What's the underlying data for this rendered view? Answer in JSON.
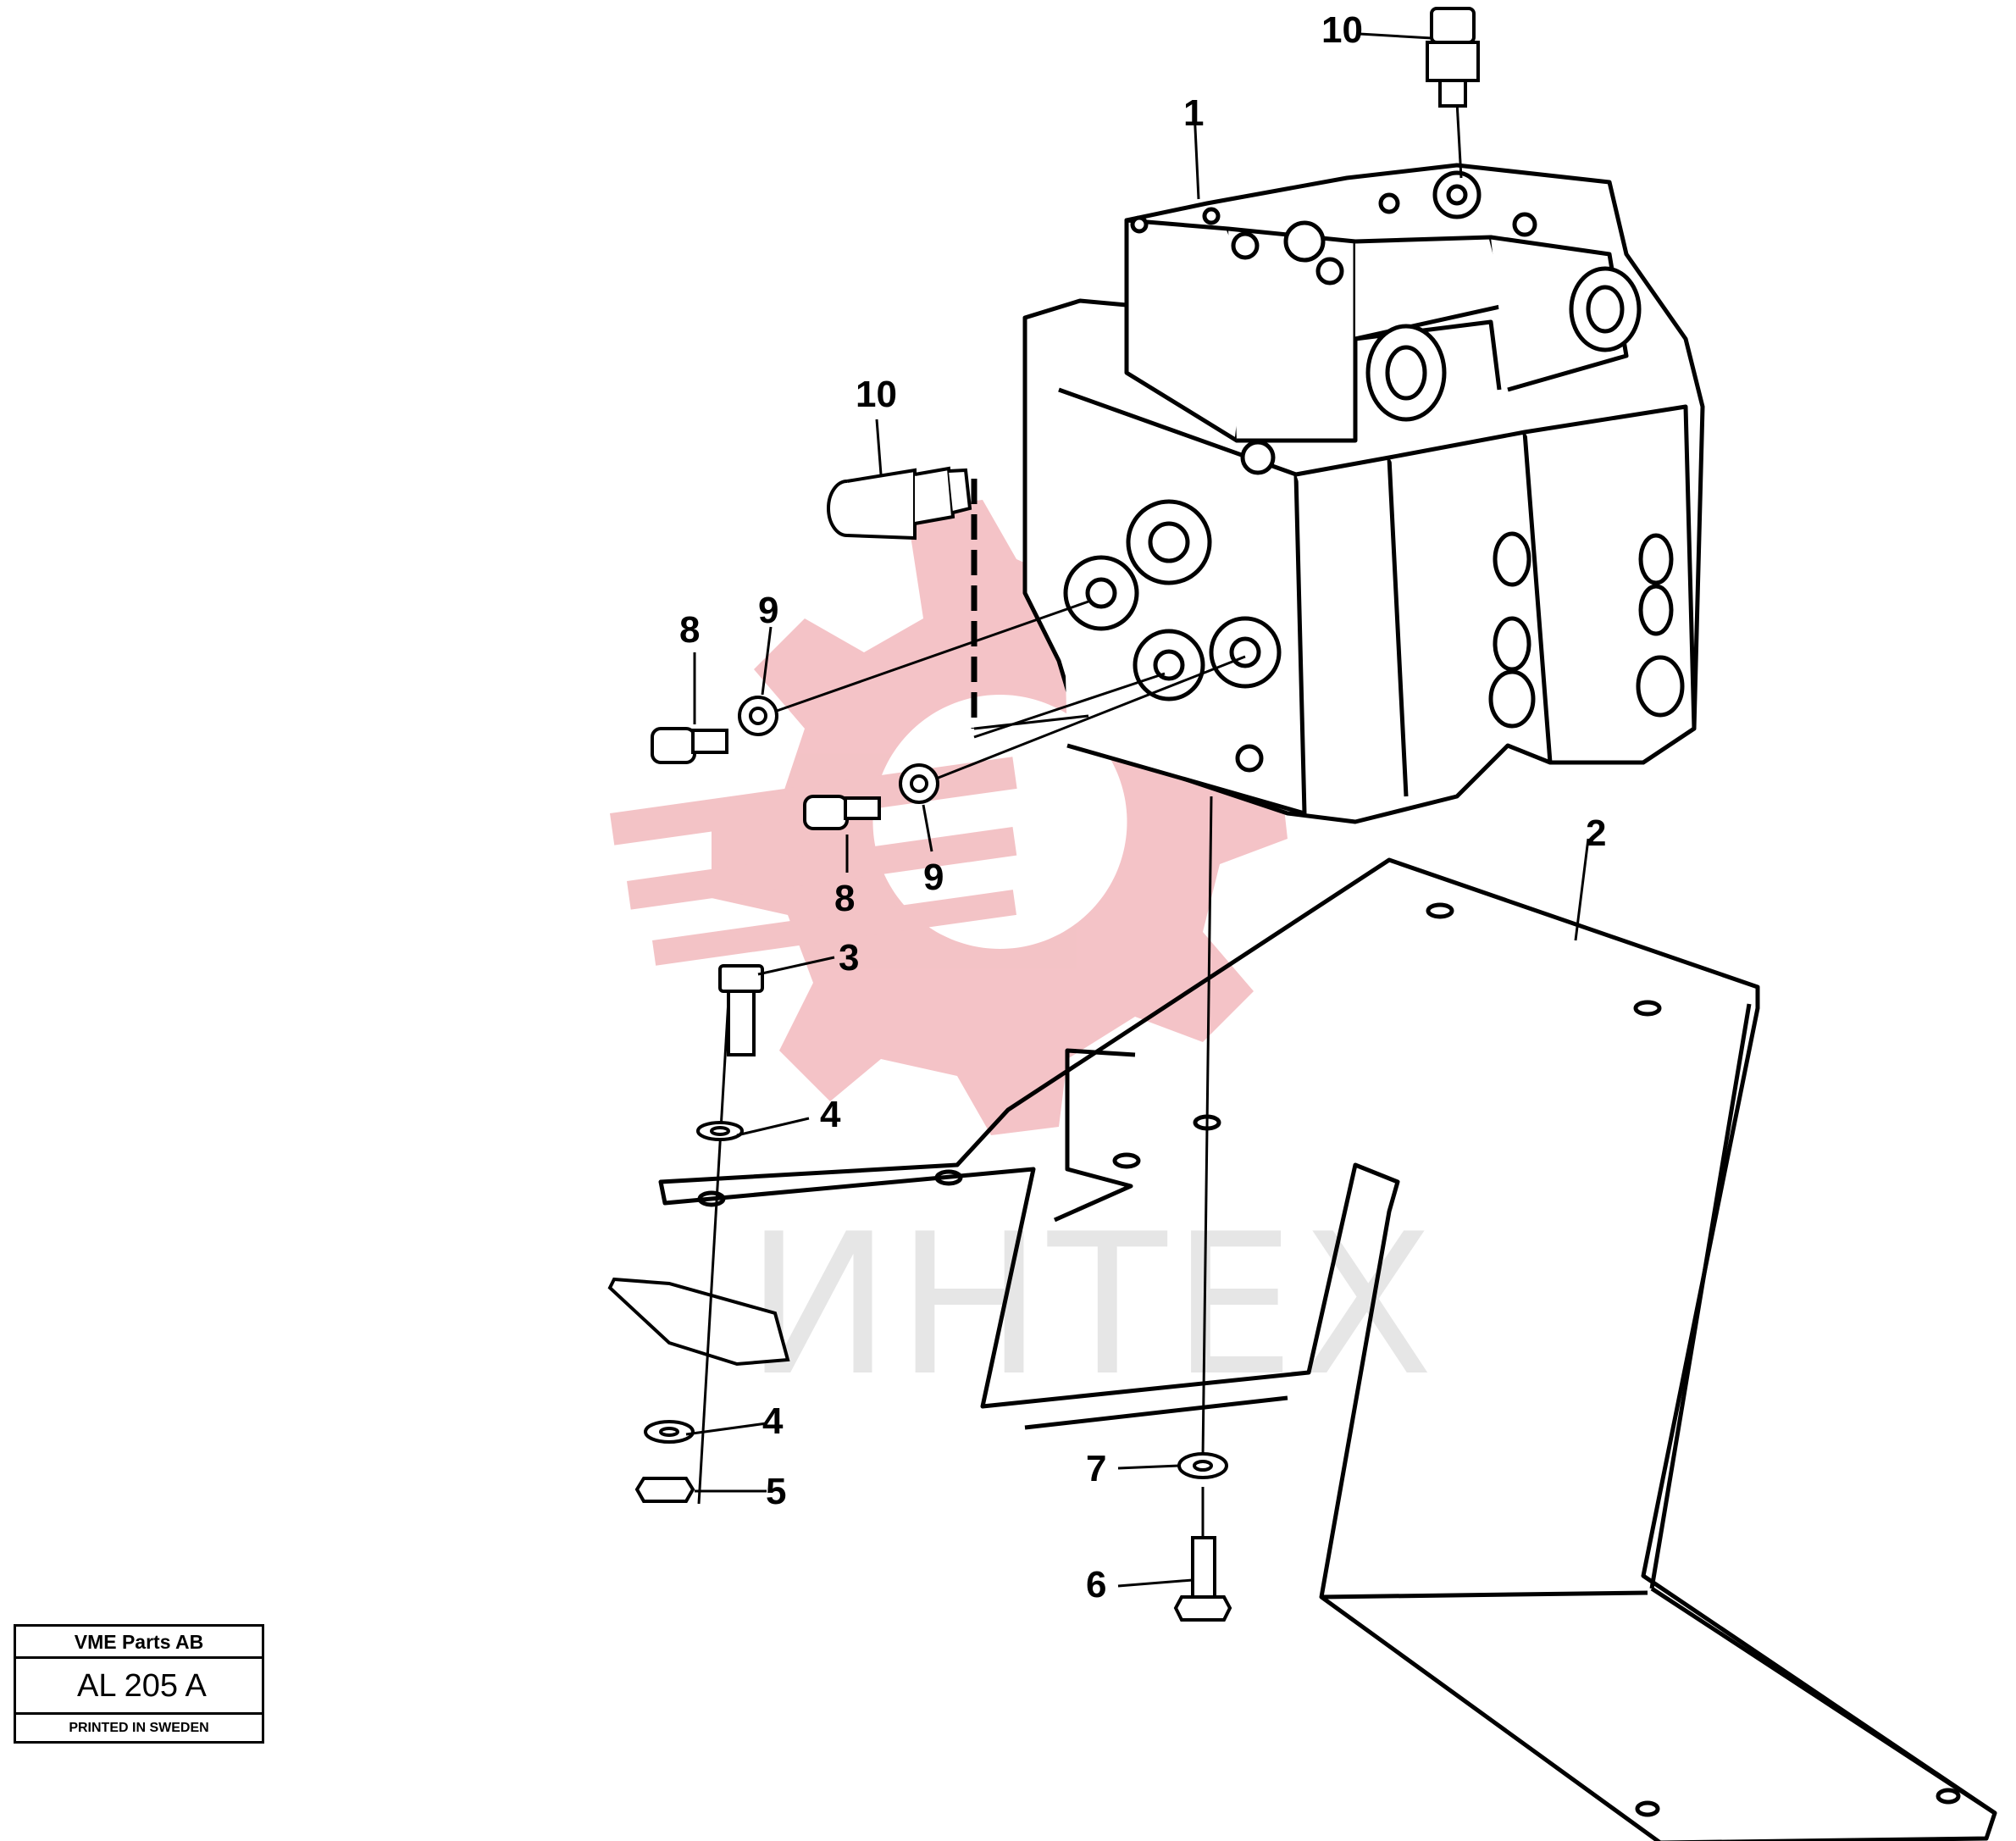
{
  "watermark": {
    "text": "ИНТЕХ",
    "color": "#f2b9bd"
  },
  "callouts": [
    "1",
    "2",
    "3",
    "4",
    "4",
    "5",
    "6",
    "7",
    "8",
    "8",
    "9",
    "9",
    "10",
    "10"
  ],
  "title_block": {
    "company": "VME Parts AB",
    "drawing_code": "AL 205 A",
    "printed": "PRINTED IN SWEDEN"
  }
}
